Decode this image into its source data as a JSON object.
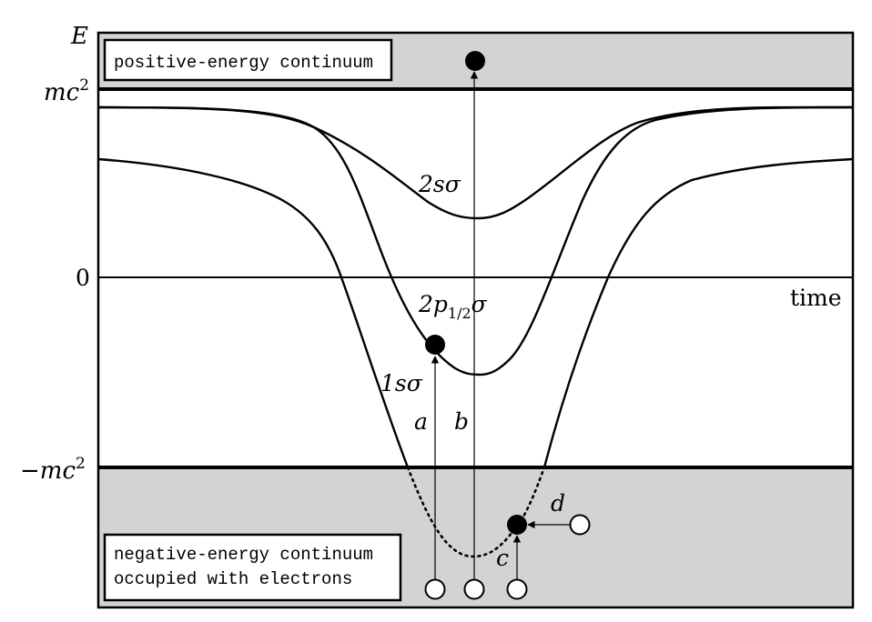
{
  "axis": {
    "y_label": "E",
    "mc2_label": "mc",
    "mc2_exp": "2",
    "neg_mc2_label": "−mc",
    "neg_mc2_exp": "2",
    "zero_label": "0",
    "time_label": "time"
  },
  "boxes": {
    "positive": "positive-energy continuum",
    "negative_line1": "negative-energy continuum",
    "negative_line2": "occupied with electrons"
  },
  "curves": {
    "s2": "2sσ",
    "p2_main": "2p",
    "p2_sub": "1/2",
    "p2_sigma": "σ",
    "s1": "1sσ"
  },
  "transitions": {
    "a": "a",
    "b": "b",
    "c": "c",
    "d": "d"
  },
  "colors": {
    "continuum_fill": "#d3d3d3",
    "ink": "#000000",
    "background": "#ffffff"
  }
}
